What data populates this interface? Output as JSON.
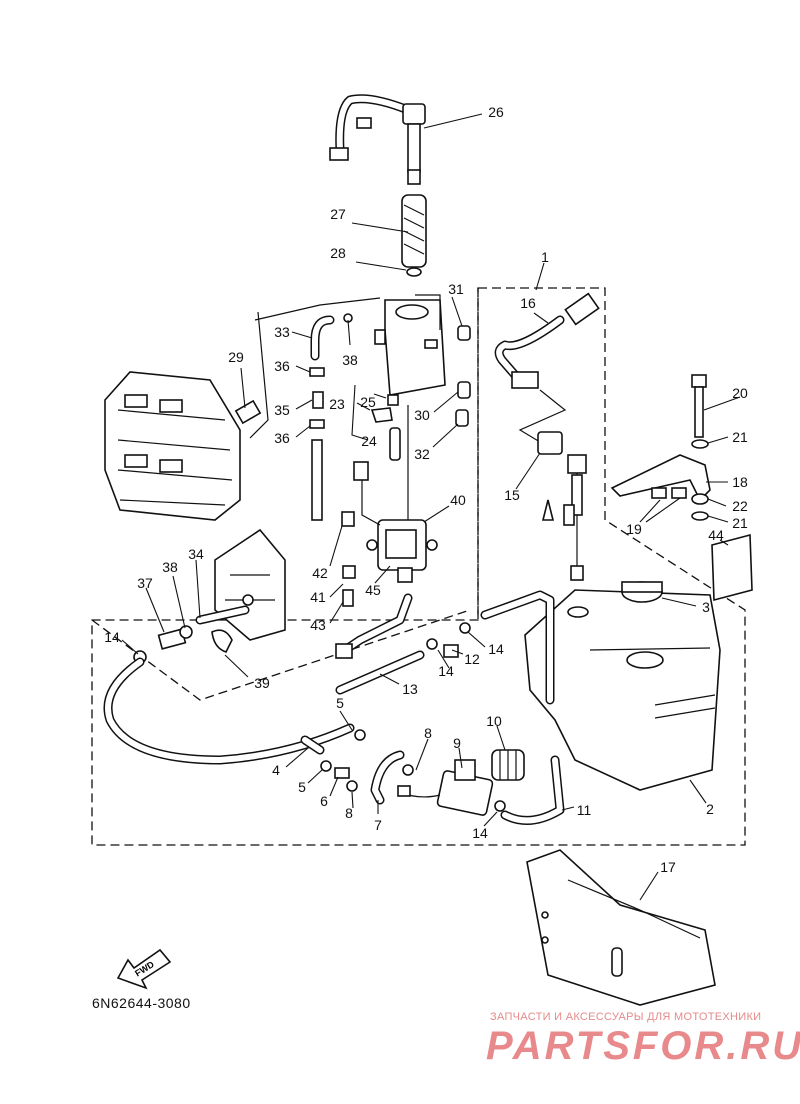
{
  "diagram_code": "6N62644-3080",
  "fwd_label": "FWD",
  "watermark": {
    "tagline": "ЗАПЧАСТИ И АКСЕССУАРЫ ДЛЯ МОТОТЕХНИКИ",
    "brand": "PARTSFOR.RU"
  },
  "callouts": [
    "1",
    "2",
    "3",
    "4",
    "5",
    "5",
    "6",
    "7",
    "8",
    "8",
    "9",
    "10",
    "11",
    "12",
    "13",
    "14",
    "14",
    "14",
    "14",
    "14",
    "15",
    "16",
    "17",
    "18",
    "19",
    "20",
    "21",
    "21",
    "22",
    "23",
    "24",
    "25",
    "26",
    "27",
    "28",
    "29",
    "30",
    "31",
    "32",
    "33",
    "34",
    "35",
    "36",
    "36",
    "37",
    "38",
    "38",
    "39",
    "40",
    "41",
    "42",
    "43",
    "44",
    "45"
  ]
}
